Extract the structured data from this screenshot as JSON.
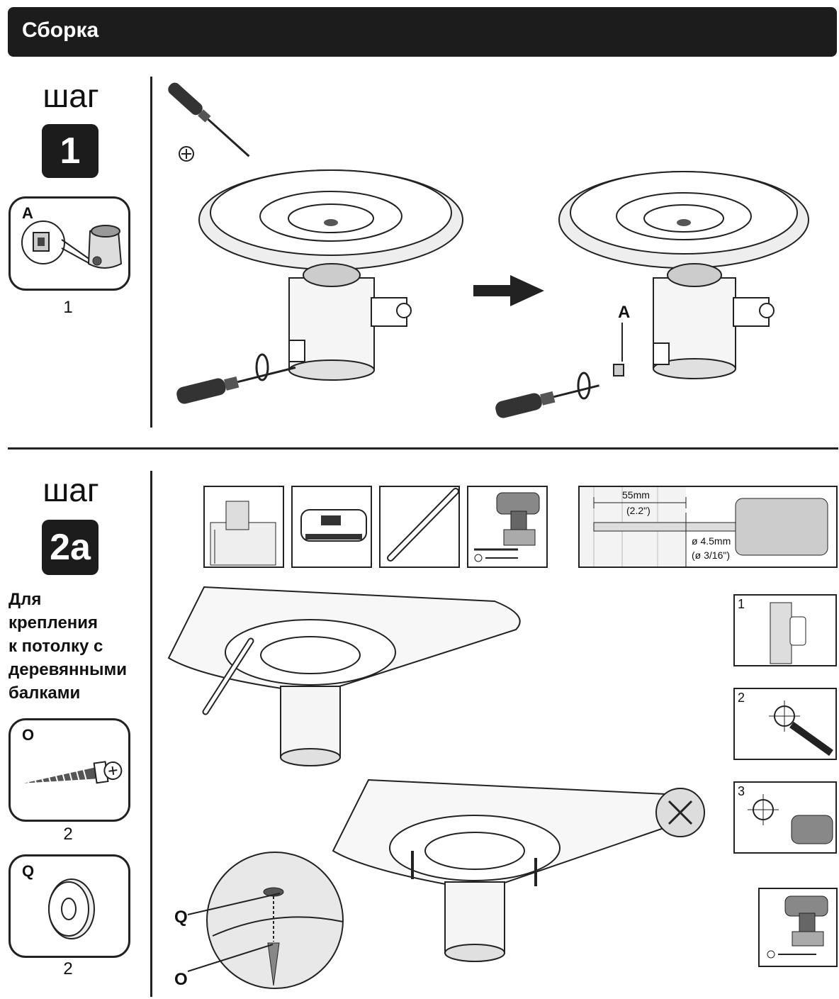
{
  "header": {
    "title": "Сборка"
  },
  "step1": {
    "word": "шаг",
    "badge": "1",
    "part": {
      "letter": "A",
      "qty": "1"
    },
    "callout_label": "A"
  },
  "step2a": {
    "word": "шаг",
    "badge": "2a",
    "description": [
      "Для",
      "крепления",
      "к потолку с",
      "деревянными",
      "балками"
    ],
    "parts": [
      {
        "letter": "O",
        "qty": "2"
      },
      {
        "letter": "Q",
        "qty": "2"
      }
    ],
    "drill_dims": {
      "depth": "55mm",
      "depth_in": "(2.2\")",
      "diameter": "ø 4.5mm",
      "diameter_in": "(ø 3/16\")"
    },
    "substeps": [
      "1",
      "2",
      "3"
    ],
    "zoom_labels": {
      "washer": "Q",
      "screw": "O"
    }
  }
}
